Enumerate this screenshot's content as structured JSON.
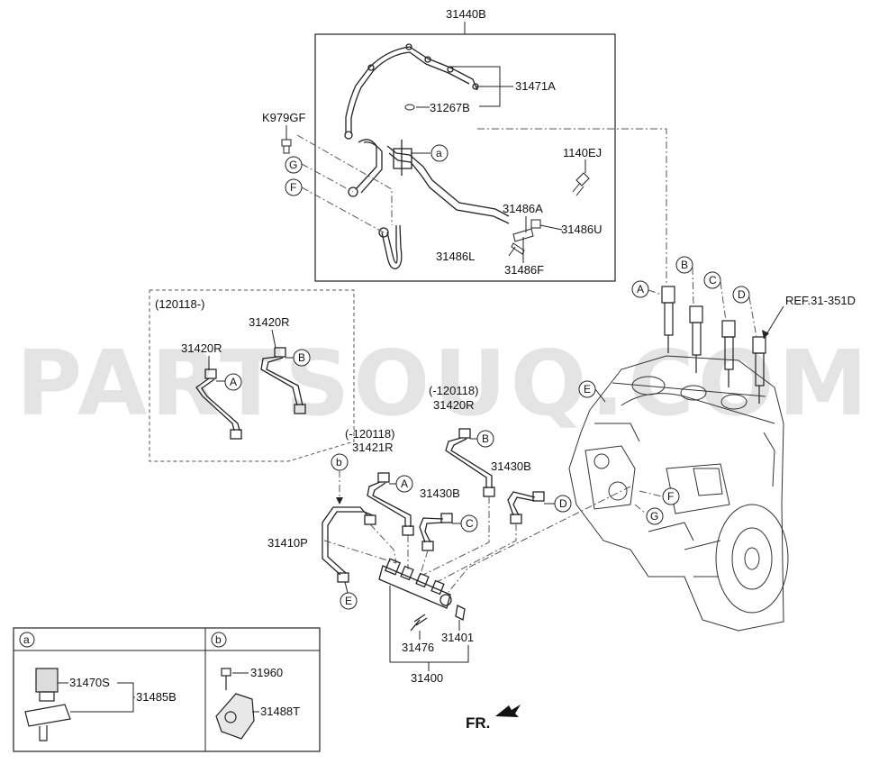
{
  "watermark": "PARTSOUQ.COM",
  "direction_label": "FR.",
  "reference_label": "REF.31-351D",
  "group_labels": {
    "top_box": "31440B",
    "kit_1": "31471A",
    "kit_2": "31267B",
    "period_new": "(120118-)",
    "period_old_1": "(-120118)",
    "period_old_2": "(-120118)",
    "rail_assembly": "31400"
  },
  "parts": {
    "p_k979gf": "K979GF",
    "p_1140ej": "1140EJ",
    "p_31486a": "31486A",
    "p_31486u": "31486U",
    "p_31486l": "31486L",
    "p_31486f": "31486F",
    "p_31420r_a": "31420R",
    "p_31420r_b": "31420R",
    "p_31420r_c": "31420R",
    "p_31421r": "31421R",
    "p_31430b_a": "31430B",
    "p_31430b_b": "31430B",
    "p_31410p": "31410P",
    "p_31476": "31476",
    "p_31401": "31401",
    "p_31470s": "31470S",
    "p_31485b": "31485B",
    "p_31960": "31960",
    "p_31488t": "31488T"
  },
  "callouts": {
    "c_a_top": "a",
    "c_g_top": "G",
    "c_f_top": "F",
    "c_a_inj": "A",
    "c_b_inj": "B",
    "c_c_inj": "C",
    "c_d_inj": "D",
    "c_e_eng": "E",
    "c_f_eng": "F",
    "c_g_eng": "G",
    "c_a_box1": "A",
    "c_b_box1": "B",
    "c_b_pipe": "B",
    "c_a_pipe": "A",
    "c_c_pipe": "C",
    "c_d_pipe": "D",
    "c_e_pipe": "E",
    "c_b_small": "b",
    "inset_a": "a",
    "inset_b": "b"
  }
}
